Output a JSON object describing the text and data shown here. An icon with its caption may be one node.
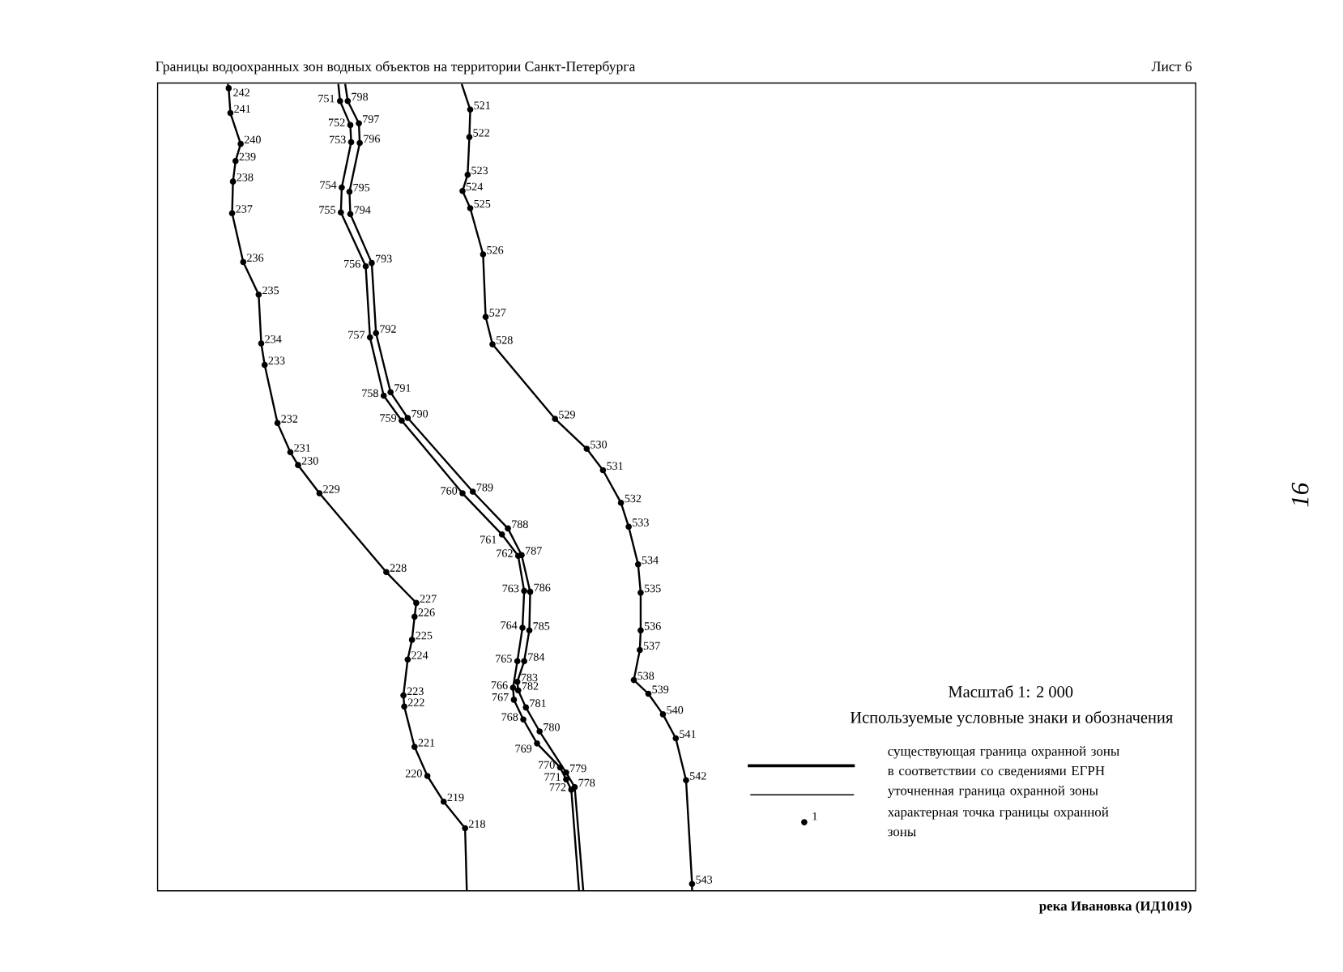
{
  "diagram": {
    "title": "Границы водоохранных зон водных объектов на территории Санкт-Петербурга",
    "labels": [
      "Лист 6",
      "242",
      "241",
      "240",
      "239",
      "238",
      "237",
      "236",
      "235",
      "234",
      "233",
      "232",
      "231",
      "230",
      "229",
      "228",
      "227",
      "226",
      "225",
      "224",
      "223",
      "222",
      "221",
      "220",
      "219",
      "218",
      "751",
      "752",
      "753",
      "754",
      "755",
      "756",
      "757",
      "758",
      "759",
      "760",
      "761",
      "762",
      "763",
      "764",
      "765",
      "766",
      "767",
      "768",
      "769",
      "770",
      "771",
      "772",
      "798",
      "797",
      "796",
      "795",
      "794",
      "793",
      "792",
      "791",
      "790",
      "789",
      "788",
      "787",
      "786",
      "785",
      "784",
      "783",
      "782",
      "781",
      "780",
      "779",
      "778",
      "521",
      "522",
      "523",
      "524",
      "525",
      "526",
      "527",
      "528",
      "529",
      "530",
      "531",
      "532",
      "533",
      "534",
      "535",
      "536",
      "537",
      "538",
      "539",
      "540",
      "541",
      "542",
      "543",
      "Масштаб 1: 2 000",
      "Используемые условные знаки и обозначения",
      "1",
      "река Ивановка (ИД1019)",
      "16"
    ],
    "legend": [
      {
        "text": "существующая граница охранной зоны в соответствии со сведениями ЕГРН"
      },
      {
        "text": "уточненная граница охранной зоны"
      },
      {
        "text": "характерная точка границы охранной зоны"
      }
    ]
  }
}
